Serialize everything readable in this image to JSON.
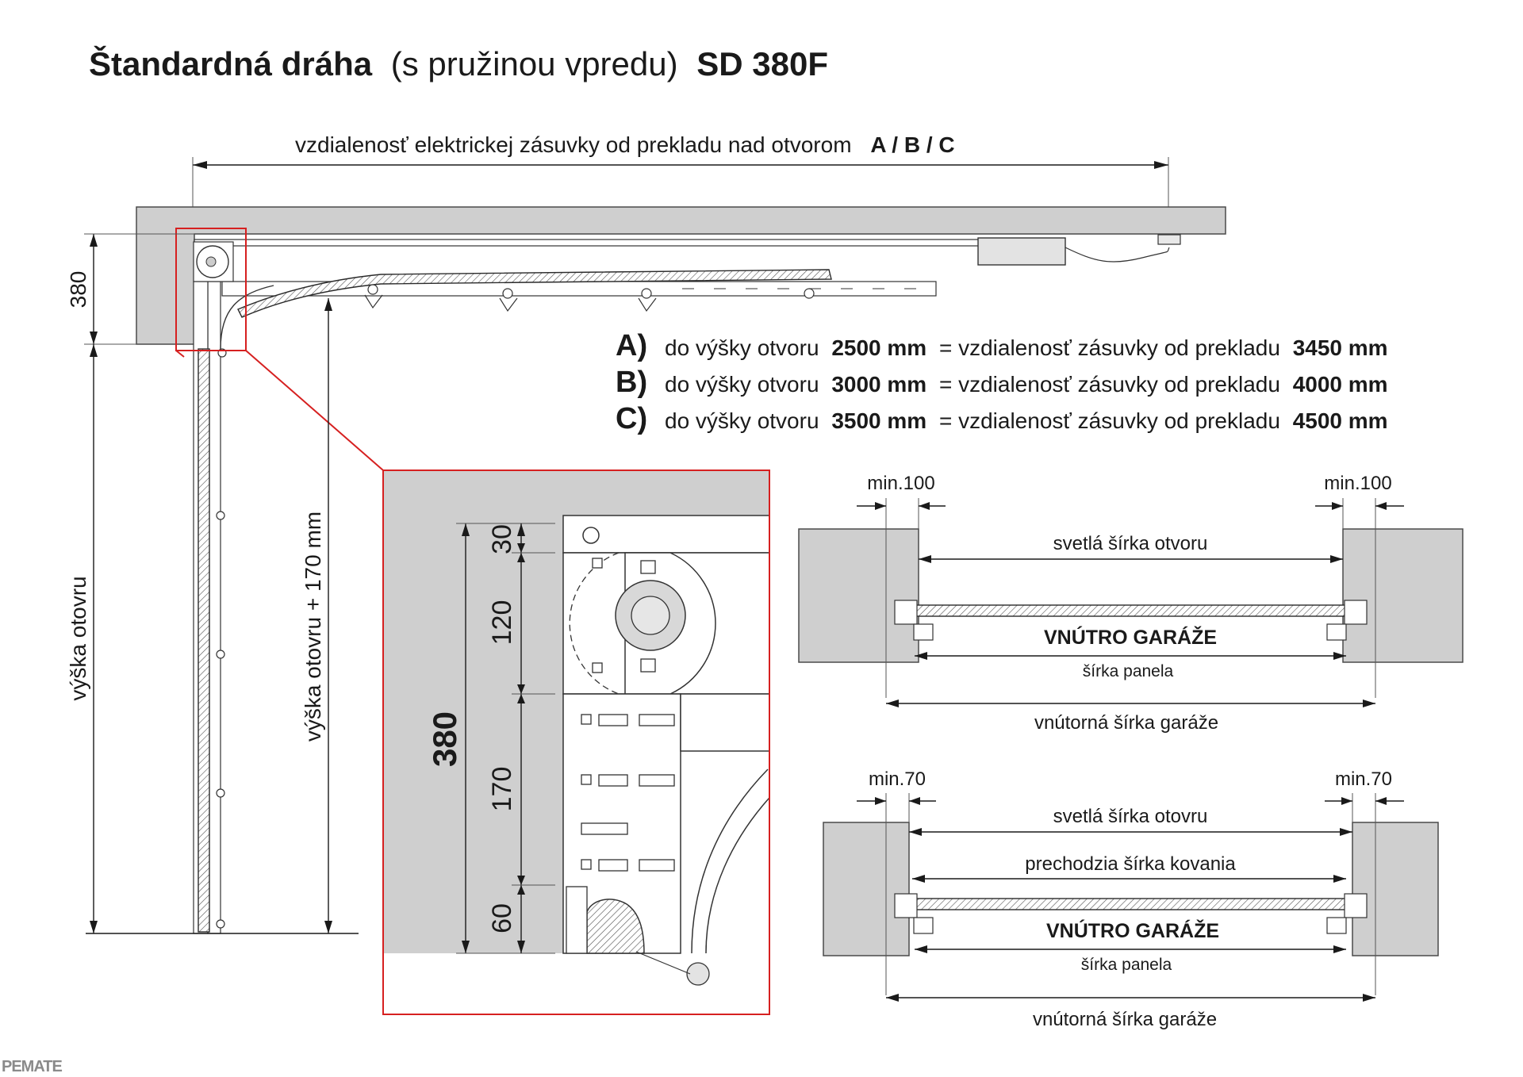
{
  "title": {
    "bold_part": "Štandardná dráha",
    "normal_part": "(s pružinou vpredu)",
    "model": "SD 380F"
  },
  "distance_label": {
    "text": "vzdialenosť elektrickej zásuvky od prekladu nad otvorom",
    "options": "A / B / C"
  },
  "side_view": {
    "lintel_dim": "380",
    "opening_height": "výška otovru",
    "opening_height_plus": "výška otovru + 170 mm"
  },
  "options": [
    {
      "letter": "A)",
      "prefix": "do výšky otvoru",
      "height": "2500 mm",
      "middle": "= vzdialenosť zásuvky od prekladu",
      "distance": "3450 mm"
    },
    {
      "letter": "B)",
      "prefix": "do výšky otvoru",
      "height": "3000 mm",
      "middle": "= vzdialenosť zásuvky od prekladu",
      "distance": "4000 mm"
    },
    {
      "letter": "C)",
      "prefix": "do výšky otvoru",
      "height": "3500 mm",
      "middle": "= vzdialenosť zásuvky od prekladu",
      "distance": "4500 mm"
    }
  ],
  "detail": {
    "total": "380",
    "segments": [
      "30",
      "120",
      "170",
      "60"
    ]
  },
  "plan_top": {
    "min_left": "min.100",
    "min_right": "min.100",
    "clear_width": "svetlá šírka otvoru",
    "inside": "VNÚTRO GARÁŽE",
    "panel_width": "šírka panela",
    "garage_width": "vnútorná šírka garáže"
  },
  "plan_bottom": {
    "min_left": "min.70",
    "min_right": "min.70",
    "clear_width": "svetlá šírka otovru",
    "passage_width": "prechodzia šírka kovania",
    "inside": "VNÚTRO GARÁŽE",
    "panel_width": "šírka panela",
    "garage_width": "vnútorná šírka garáže"
  },
  "logo": "PEMATE",
  "colors": {
    "accent_red": "#d62020",
    "wall_gray": "#cfcfcf",
    "ink": "#1a1a1a"
  }
}
